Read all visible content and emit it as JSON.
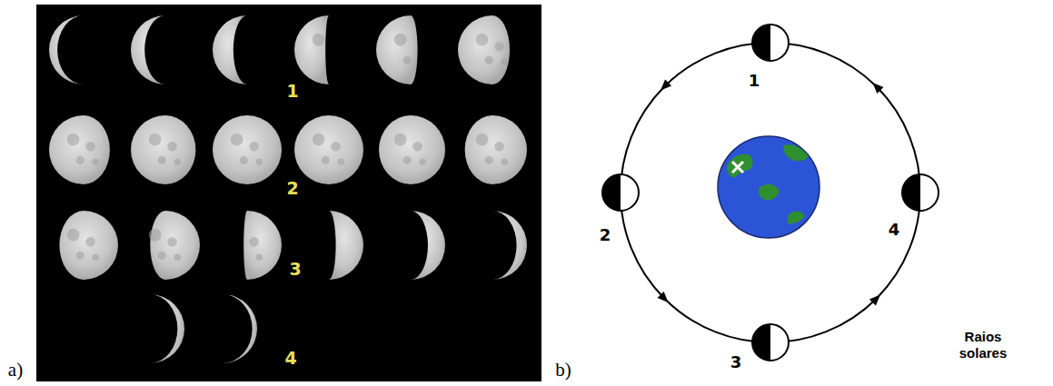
{
  "diagram": {
    "labels": [
      "a)",
      "1",
      "2",
      "3",
      "4",
      "b)",
      "1",
      "2",
      "3",
      "4",
      "Raios solares"
    ]
  }
}
